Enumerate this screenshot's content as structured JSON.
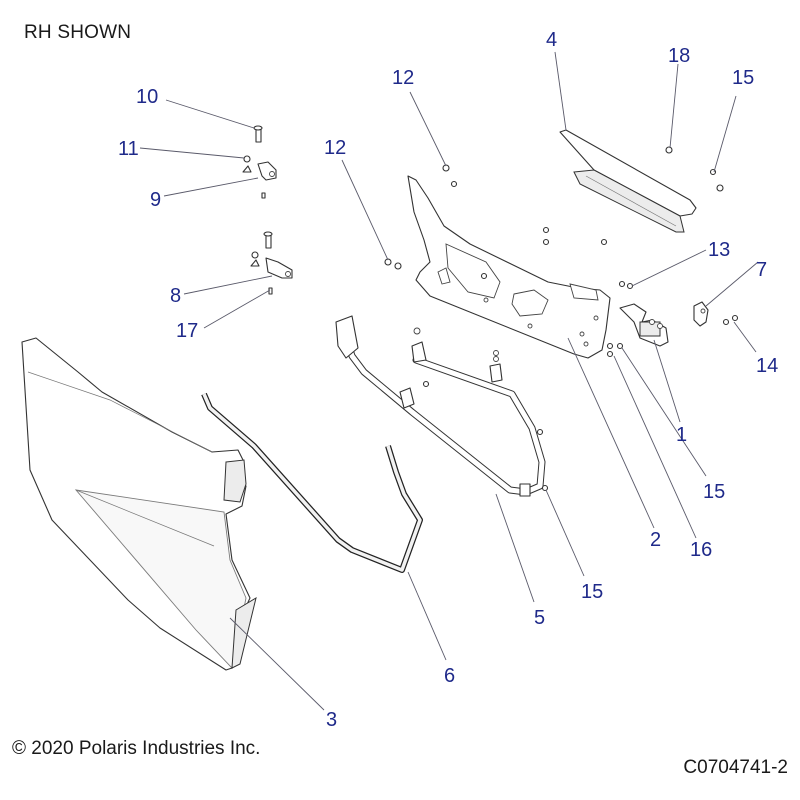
{
  "header": {
    "title": "RH SHOWN"
  },
  "footer": {
    "copyright": "© 2020 Polaris Industries Inc.",
    "figure_id": "C0704741-2"
  },
  "callouts": [
    {
      "id": "1",
      "label": "1"
    },
    {
      "id": "2",
      "label": "2"
    },
    {
      "id": "3",
      "label": "3"
    },
    {
      "id": "4",
      "label": "4"
    },
    {
      "id": "5",
      "label": "5"
    },
    {
      "id": "6",
      "label": "6"
    },
    {
      "id": "7",
      "label": "7"
    },
    {
      "id": "8",
      "label": "8"
    },
    {
      "id": "9",
      "label": "9"
    },
    {
      "id": "10",
      "label": "10"
    },
    {
      "id": "11",
      "label": "11"
    },
    {
      "id": "12a",
      "label": "12"
    },
    {
      "id": "12b",
      "label": "12"
    },
    {
      "id": "13",
      "label": "13"
    },
    {
      "id": "14",
      "label": "14"
    },
    {
      "id": "15a",
      "label": "15"
    },
    {
      "id": "15b",
      "label": "15"
    },
    {
      "id": "15c",
      "label": "15"
    },
    {
      "id": "16",
      "label": "16"
    },
    {
      "id": "17",
      "label": "17"
    },
    {
      "id": "18",
      "label": "18"
    }
  ],
  "colors": {
    "callout": "#1f2a8a",
    "leader": "#5a5a6a",
    "outline": "#333333"
  }
}
